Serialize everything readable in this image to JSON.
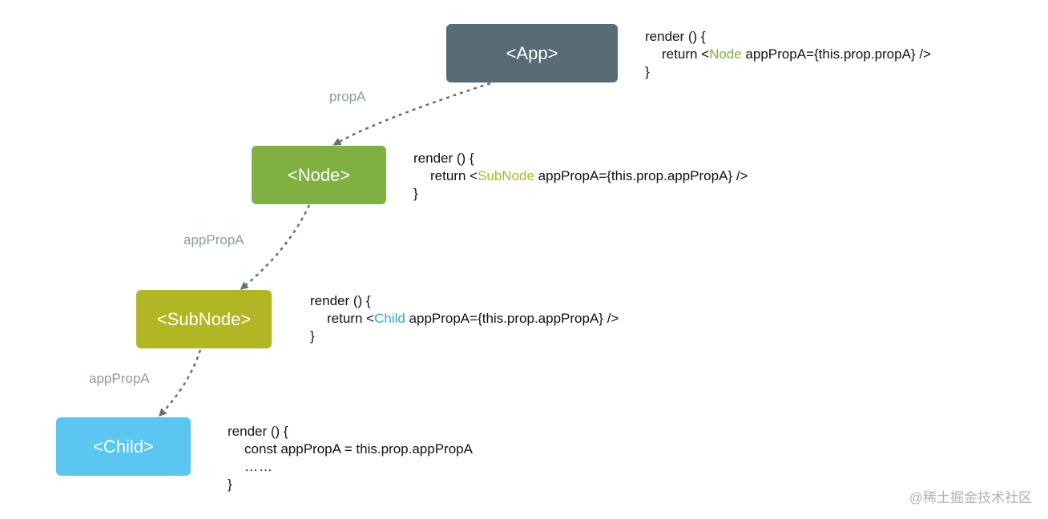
{
  "nodes": {
    "app": {
      "label": "<App>",
      "color": "#566b76"
    },
    "node": {
      "label": "<Node>",
      "color": "#7fb041"
    },
    "subnode": {
      "label": "<SubNode>",
      "color": "#b2b624"
    },
    "child": {
      "label": "<Child>",
      "color": "#5ac6f1"
    }
  },
  "edges": {
    "app_to_node": "propA",
    "node_to_subnode": "appPropA",
    "subnode_to_child": "appPropA"
  },
  "code": {
    "app": {
      "line1": "render () {",
      "line2_prefix": "return <",
      "line2_component": "Node",
      "line2_suffix": " appPropA={this.prop.propA} />",
      "line3": "}",
      "component_color": "#7fb041"
    },
    "node": {
      "line1": "render () {",
      "line2_prefix": "return <",
      "line2_component": "SubNode",
      "line2_suffix": " appPropA={this.prop.appPropA} />",
      "line3": "}",
      "component_color": "#b2b624"
    },
    "subnode": {
      "line1": "render () {",
      "line2_prefix": "return <",
      "line2_component": "Child",
      "line2_suffix": " appPropA={this.prop.appPropA} />",
      "line3": "}",
      "component_color": "#2fa9dc"
    },
    "child": {
      "line1": "render () {",
      "line2": "const appPropA = this.prop.appPropA",
      "line3": "……",
      "line4": "}"
    }
  },
  "watermark": "@稀土掘金技术社区",
  "arrow_color": "#5f717b"
}
